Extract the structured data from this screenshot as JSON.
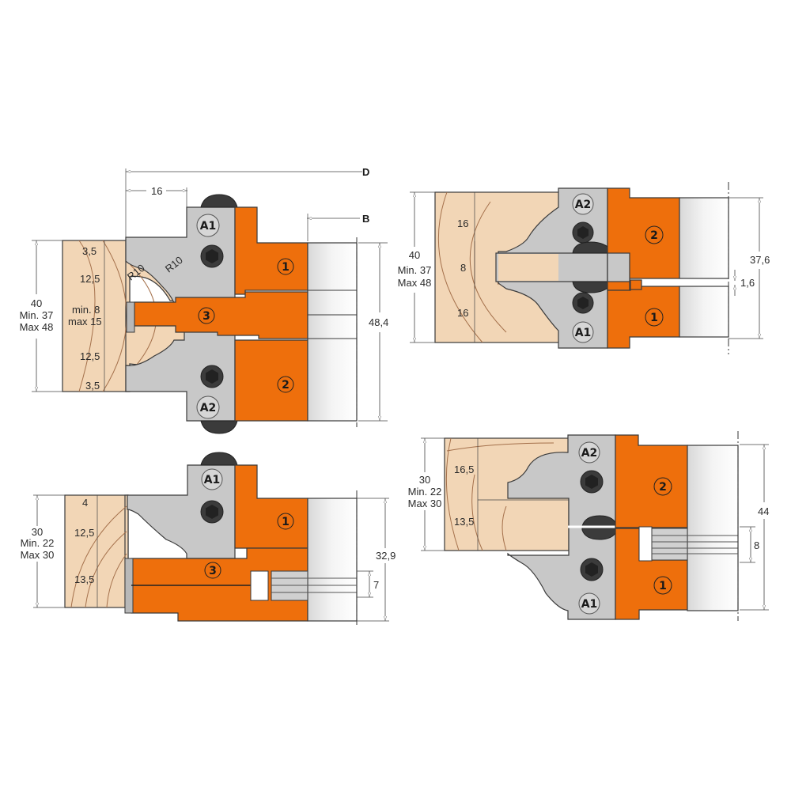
{
  "colors": {
    "wood": "#f2d6b6",
    "grain": "#a4704b",
    "body_gray": "#c8c8c8",
    "cutter_orange": "#ee6f0c",
    "blade_gray": "#e6e6e6",
    "screw": "#3b3b3b"
  },
  "views": [
    {
      "id": "top-left",
      "reference_labels": {
        "d": "D",
        "b": "B"
      },
      "offset_dim": "16",
      "thickness": {
        "nominal": "40",
        "min": "Min. 37",
        "max": "Max 48"
      },
      "profile_dims": [
        "3,5",
        "12,5",
        "min. 8",
        "max 15",
        "12,5",
        "3,5"
      ],
      "radii": [
        "R10",
        "R10"
      ],
      "tool_height": "48,4",
      "badges": {
        "a_top": "A1",
        "a_bottom": "A2",
        "cutter_top": "1",
        "cutter_bottom": "2",
        "cutter_mid": "3"
      }
    },
    {
      "id": "top-right",
      "thickness": {
        "nominal": "40",
        "min": "Min. 37",
        "max": "Max 48"
      },
      "profile_dims": [
        "16",
        "8",
        "16"
      ],
      "tool_height": "37,6",
      "gap": "1,6",
      "badges": {
        "a_top": "A2",
        "a_bottom": "A1",
        "cutter_top": "2",
        "cutter_bottom": "1"
      }
    },
    {
      "id": "bottom-left",
      "thickness": {
        "nominal": "30",
        "min": "Min. 22",
        "max": "Max 30"
      },
      "profile_dims": [
        "4",
        "12,5",
        "13,5"
      ],
      "tool_height": "32,9",
      "slot": "7",
      "badges": {
        "a_top": "A1",
        "cutter_top": "1",
        "cutter_mid": "3"
      }
    },
    {
      "id": "bottom-right",
      "thickness": {
        "nominal": "30",
        "min": "Min. 22",
        "max": "Max 30"
      },
      "profile_dims": [
        "16,5",
        "13,5"
      ],
      "tool_height": "44",
      "slot": "8",
      "badges": {
        "a_top": "A2",
        "a_bottom": "A1",
        "cutter_top": "2",
        "cutter_bottom": "1"
      }
    }
  ]
}
